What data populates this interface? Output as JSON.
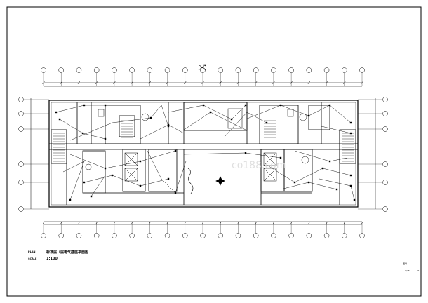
{
  "drawing": {
    "plan_key": "PLAN",
    "plan_title": "标准层（层电气插座平面图",
    "scale_key": "SCALE",
    "scale_value": "1:100",
    "watermark": "co188.com"
  },
  "title_block": {
    "line1": "图号",
    "line2": "1/25",
    "line3": "01"
  },
  "grid": {
    "top_axis_count": 19,
    "bottom_axis_count": 19,
    "left_axis_count": 6,
    "right_axis_count": 6
  }
}
